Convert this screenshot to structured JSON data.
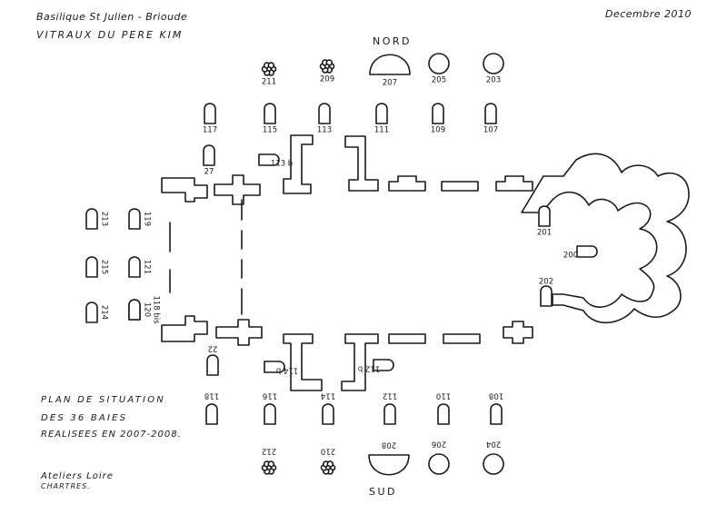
{
  "header": {
    "title_line1": "Basilique St Julien - Brioude",
    "title_line2": "VITRAUX DU PERE KIM",
    "date": "Decembre 2010"
  },
  "directions": {
    "north": "NORD",
    "south": "SUD"
  },
  "legend": {
    "line1": "PLAN DE SITUATION",
    "line2": "DES 36 BAIES",
    "line3": "REALISEES EN 2007-2008."
  },
  "workshop": {
    "line1": "Ateliers Loire",
    "line2": "CHARTRES."
  },
  "windows": [
    {
      "label": "211",
      "shape": "rosette"
    },
    {
      "label": "209",
      "shape": "rosette"
    },
    {
      "label": "207",
      "shape": "lunette"
    },
    {
      "label": "205",
      "shape": "circle"
    },
    {
      "label": "203",
      "shape": "circle"
    },
    {
      "label": "117",
      "shape": "lancet"
    },
    {
      "label": "115",
      "shape": "lancet"
    },
    {
      "label": "113",
      "shape": "lancet"
    },
    {
      "label": "111",
      "shape": "lancet"
    },
    {
      "label": "109",
      "shape": "lancet"
    },
    {
      "label": "107",
      "shape": "lancet"
    },
    {
      "label": "27",
      "shape": "lancet"
    },
    {
      "label": "113 b",
      "shape": "lancet"
    },
    {
      "label": "213",
      "shape": "lancet"
    },
    {
      "label": "119",
      "shape": "lancet"
    },
    {
      "label": "215",
      "shape": "lancet"
    },
    {
      "label": "121",
      "shape": "lancet"
    },
    {
      "label": "214",
      "shape": "lancet"
    },
    {
      "label": "120",
      "shape": "lancet"
    },
    {
      "label": "118 bis",
      "shape": "lancet"
    },
    {
      "label": "201",
      "shape": "lancet"
    },
    {
      "label": "200",
      "shape": "lancet"
    },
    {
      "label": "202",
      "shape": "lancet"
    },
    {
      "label": "22",
      "shape": "lancet"
    },
    {
      "label": "114 b",
      "shape": "lancet"
    },
    {
      "label": "112 b",
      "shape": "lancet"
    },
    {
      "label": "118",
      "shape": "lancet"
    },
    {
      "label": "116",
      "shape": "lancet"
    },
    {
      "label": "114",
      "shape": "lancet"
    },
    {
      "label": "112",
      "shape": "lancet"
    },
    {
      "label": "110",
      "shape": "lancet"
    },
    {
      "label": "108",
      "shape": "lancet"
    },
    {
      "label": "212",
      "shape": "rosette"
    },
    {
      "label": "210",
      "shape": "rosette"
    },
    {
      "label": "208",
      "shape": "lunette"
    },
    {
      "label": "206",
      "shape": "circle"
    },
    {
      "label": "204",
      "shape": "circle"
    }
  ]
}
